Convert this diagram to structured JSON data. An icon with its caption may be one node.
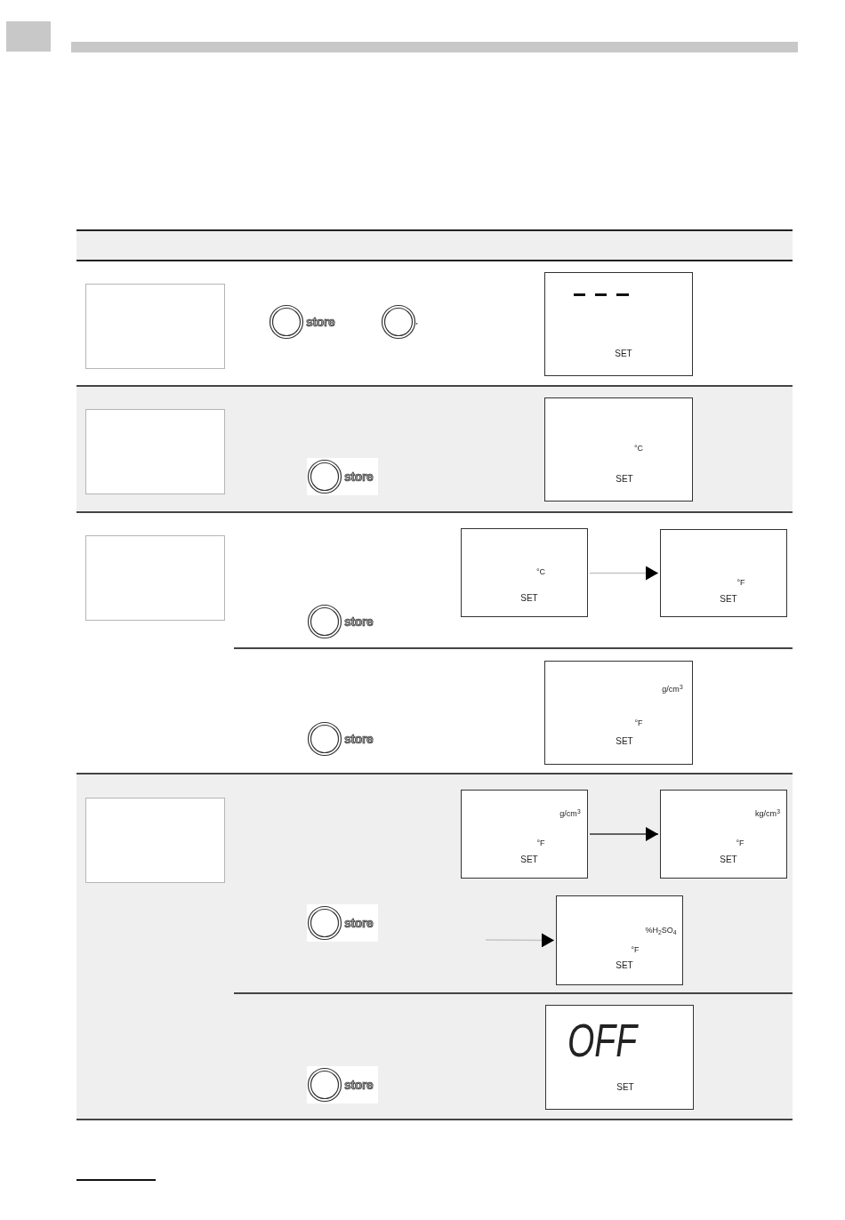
{
  "diagram": {
    "nodes": [
      {
        "text": [],
        "shape": "box"
      },
      {
        "text": [
          "SET"
        ]
      },
      {
        "text": [],
        "shape": "box"
      },
      {
        "text": [
          "°C",
          "SET"
        ]
      },
      {
        "text": [],
        "shape": "box"
      },
      {
        "text": [
          "°C",
          "SET"
        ]
      },
      {
        "text": [
          "°F",
          "SET"
        ]
      },
      {
        "text": [
          "g/cm$^{3}$",
          "°F",
          "SET"
        ]
      },
      {
        "text": [],
        "shape": "box"
      },
      {
        "text": [
          "g/cm$^{3}$",
          "°F",
          "SET"
        ]
      },
      {
        "text": [
          "kg/cm$^{3}$",
          "°F",
          "SET"
        ]
      },
      {
        "text": [
          "%H$_{2}$SO$_{4}$",
          "°F",
          "SET"
        ]
      },
      {
        "text": [
          "OFF",
          "SET"
        ]
      }
    ],
    "edges": [
      {
        "from": 5,
        "to": 6,
        "arrow": "to"
      },
      {
        "from": 9,
        "to": 10,
        "arrow": "to",
        "color": "#333333"
      },
      {
        "from": null,
        "to": 11,
        "arrow": "to"
      }
    ],
    "labels": [
      "store",
      "store",
      "store",
      "store",
      "store",
      "store"
    ]
  }
}
